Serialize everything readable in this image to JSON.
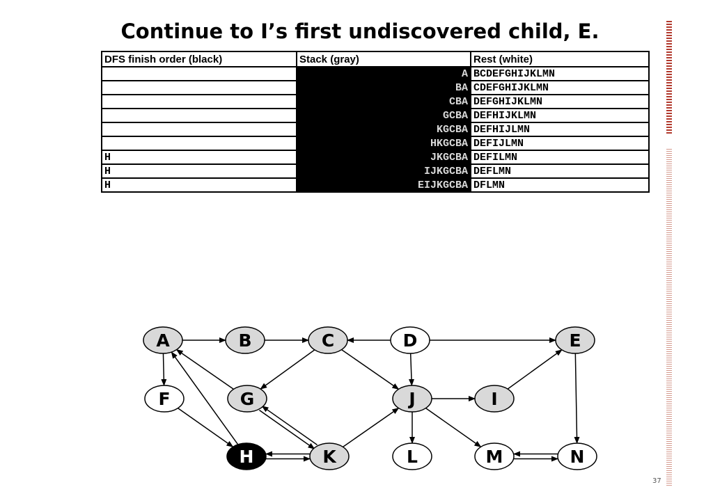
{
  "slide": {
    "title": "Continue to I’s first undiscovered child, E.",
    "page_number": "37"
  },
  "table": {
    "headers": [
      "DFS finish order (black)",
      "Stack (gray)",
      "Rest (white)"
    ],
    "rows": [
      {
        "finish": "",
        "stack": "A",
        "rest": "BCDEFGHIJKLMN"
      },
      {
        "finish": "",
        "stack": "BA",
        "rest": "CDEFGHIJKLMN"
      },
      {
        "finish": "",
        "stack": "CBA",
        "rest": "DEFGHIJKLMN"
      },
      {
        "finish": "",
        "stack": "GCBA",
        "rest": "DEFHIJKLMN"
      },
      {
        "finish": "",
        "stack": "KGCBA",
        "rest": "DEFHIJLMN"
      },
      {
        "finish": "",
        "stack": "HKGCBA",
        "rest": "DEFIJLMN"
      },
      {
        "finish": "H",
        "stack": "JKGCBA",
        "rest": "DEFILMN"
      },
      {
        "finish": "H",
        "stack": "IJKGCBA",
        "rest": "DEFLMN"
      },
      {
        "finish": "H",
        "stack": "EIJKGCBA",
        "rest": "DFLMN"
      }
    ]
  },
  "graph": {
    "colors": {
      "white": "#ffffff",
      "gray": "#d9d9d9",
      "black": "#000000"
    },
    "nodes": [
      {
        "id": "A",
        "state": "gray"
      },
      {
        "id": "B",
        "state": "gray"
      },
      {
        "id": "C",
        "state": "gray"
      },
      {
        "id": "D",
        "state": "white"
      },
      {
        "id": "E",
        "state": "gray"
      },
      {
        "id": "F",
        "state": "white"
      },
      {
        "id": "G",
        "state": "gray"
      },
      {
        "id": "J",
        "state": "gray"
      },
      {
        "id": "I",
        "state": "gray"
      },
      {
        "id": "H",
        "state": "black"
      },
      {
        "id": "K",
        "state": "gray"
      },
      {
        "id": "L",
        "state": "white"
      },
      {
        "id": "M",
        "state": "white"
      },
      {
        "id": "N",
        "state": "white"
      }
    ],
    "edges": [
      {
        "from": "A",
        "to": "B"
      },
      {
        "from": "B",
        "to": "C"
      },
      {
        "from": "D",
        "to": "C"
      },
      {
        "from": "D",
        "to": "E"
      },
      {
        "from": "A",
        "to": "F"
      },
      {
        "from": "C",
        "to": "G"
      },
      {
        "from": "C",
        "to": "J"
      },
      {
        "from": "D",
        "to": "J"
      },
      {
        "from": "J",
        "to": "I"
      },
      {
        "from": "I",
        "to": "E"
      },
      {
        "from": "G",
        "to": "A"
      },
      {
        "from": "H",
        "to": "A"
      },
      {
        "from": "F",
        "to": "H"
      },
      {
        "from": "G",
        "to": "K"
      },
      {
        "from": "K",
        "to": "G"
      },
      {
        "from": "H",
        "to": "K"
      },
      {
        "from": "K",
        "to": "H"
      },
      {
        "from": "K",
        "to": "J"
      },
      {
        "from": "J",
        "to": "L"
      },
      {
        "from": "J",
        "to": "M"
      },
      {
        "from": "E",
        "to": "N"
      },
      {
        "from": "M",
        "to": "N"
      },
      {
        "from": "N",
        "to": "M"
      }
    ]
  }
}
